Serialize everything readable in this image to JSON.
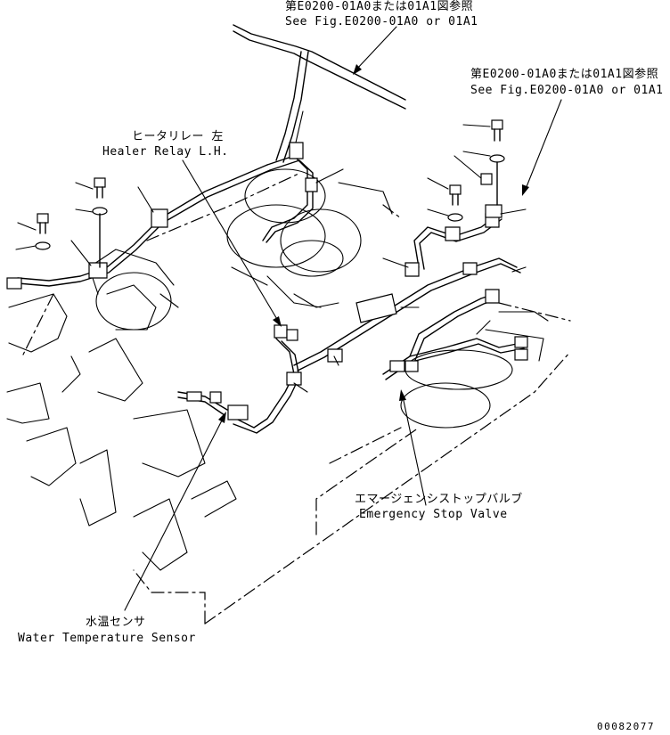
{
  "labels": {
    "ref_top_jp": "第E0200-01A0または01A1図参照",
    "ref_top_en": "See Fig.E0200-01A0 or 01A1",
    "ref_right_jp": "第E0200-01A0または01A1図参照",
    "ref_right_en": "See Fig.E0200-01A0 or 01A1",
    "heater_jp": "ヒータリレー 左",
    "heater_en": "Healer Relay L.H.",
    "stop_valve_jp": "エマージェンシストップバルブ",
    "stop_valve_en": "Emergency Stop Valve",
    "water_jp": "水温センサ",
    "water_en": "Water Temperature Sensor",
    "drawing_no": "00082077"
  }
}
